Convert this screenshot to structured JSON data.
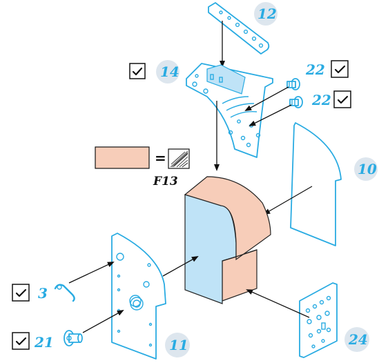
{
  "parts": {
    "p12": {
      "number": "12"
    },
    "p14": {
      "number": "14",
      "checked": true
    },
    "p22a": {
      "number": "22",
      "checked": true
    },
    "p22b": {
      "number": "22",
      "checked": true
    },
    "p10": {
      "number": "10"
    },
    "p11": {
      "number": "11"
    },
    "p3": {
      "number": "3",
      "checked": true
    },
    "p21": {
      "number": "21",
      "checked": true
    },
    "p24": {
      "number": "24"
    }
  },
  "legend": {
    "equals": "=",
    "finish_code": "F13",
    "swatch_color": "#f7cdb9",
    "finish_icon": "hatched-finish-icon"
  },
  "colors": {
    "part_outline": "#29abe2",
    "block_front": "#bfe3f7",
    "block_top": "#f7cdb9",
    "highlight_strip": "#bfe3f7",
    "number_badge": "#dde6ee",
    "arrows": "#111111"
  }
}
